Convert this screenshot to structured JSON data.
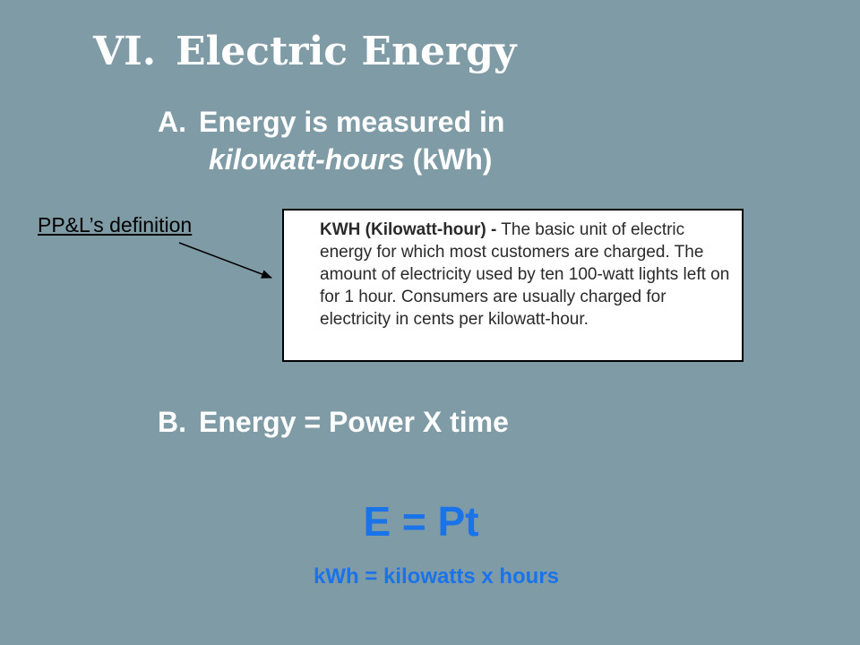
{
  "slide": {
    "title_number": "VI.",
    "title_text": "Electric Energy"
  },
  "point_a": {
    "marker": "A.",
    "text_line1": "Energy is measured in",
    "text_italic": "kilowatt-hours",
    "text_suffix": " (kWh)"
  },
  "pointer_label": "PP&L’s definition",
  "definition": {
    "term": "KWH (Kilowatt-hour) -",
    "body": " The basic unit of electric energy for which most customers are charged. The amount of electricity used by ten 100-watt lights left on for 1 hour. Consumers are usually charged for electricity in cents per kilowatt-hour."
  },
  "point_b": {
    "marker": "B.",
    "text": "Energy = Power X time"
  },
  "formula": "E = Pt",
  "formula_units": "kWh = kilowatts x hours",
  "colors": {
    "background": "#7f9ba6",
    "heading_text": "#ffffff",
    "formula_blue": "#1a73e8",
    "box_background": "#ffffff"
  }
}
